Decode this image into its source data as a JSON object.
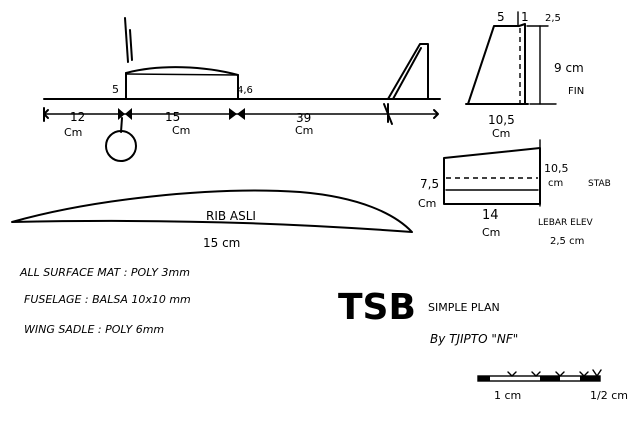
{
  "side_view": {
    "dim_12": "12",
    "unit_12": "Cm",
    "dim_15": "15",
    "unit_15": "Cm",
    "dim_39": "39",
    "unit_39": "Cm",
    "height_5": "5",
    "height_4_6": "4,6"
  },
  "fin": {
    "top_5": "5",
    "top_1": "1",
    "top_2_5": "2,5",
    "height": "9 cm",
    "label": "FIN",
    "base": "10,5",
    "base_unit": "Cm"
  },
  "stab": {
    "left_height": "7,5",
    "left_unit": "Cm",
    "right_height": "10,5",
    "right_unit": "cm",
    "label": "STAB",
    "span": "14",
    "span_unit": "Cm",
    "elevator_label": "LEBAR ELEV",
    "elevator_value": "2,5 cm"
  },
  "rib": {
    "label": "RIB ASLI",
    "length": "15 cm"
  },
  "notes": {
    "line1": "ALL SURFACE MAT : POLY 3mm",
    "line2": "FUSELAGE : BALSA 10x10 mm",
    "line3": "WING SADLE : POLY 6mm"
  },
  "title": {
    "main": "TSB",
    "sub": "SIMPLE PLAN",
    "author": "By TJIPTO \"NF\""
  },
  "scale": {
    "left_label": "1 cm",
    "right_label": "1/2 cm"
  }
}
